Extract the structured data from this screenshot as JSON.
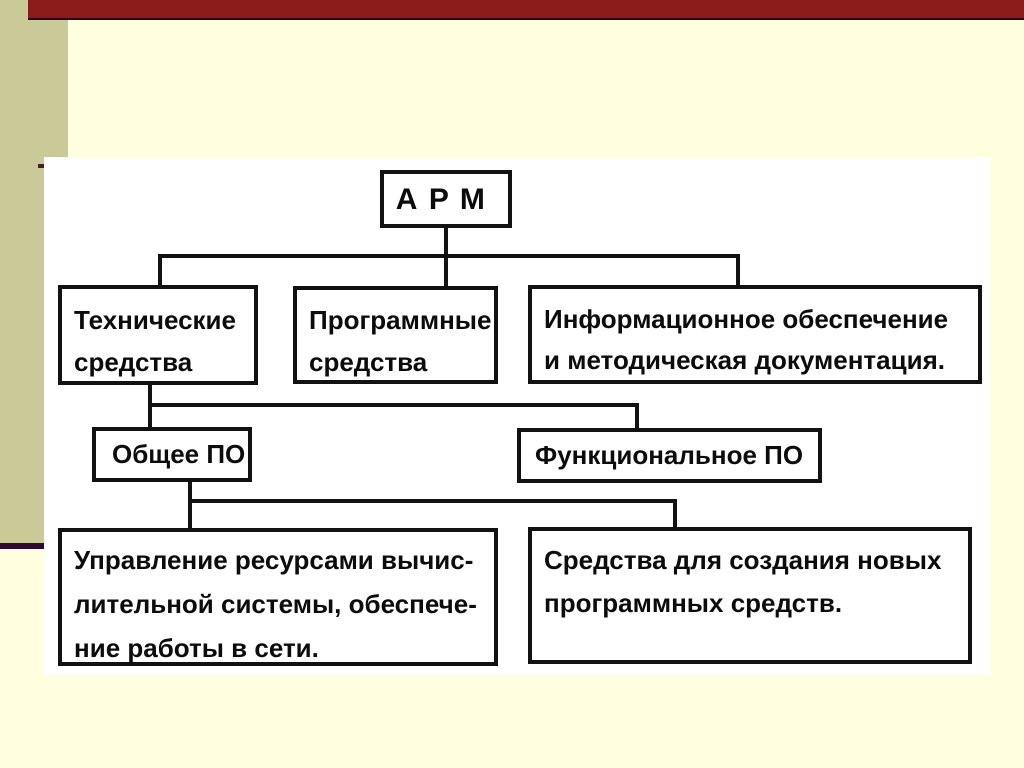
{
  "slide": {
    "type": "presentation-slide",
    "colors": {
      "background": "#FFFFE0",
      "sidebar_olive": "#CACA98",
      "topbar_red": "#8B1A1A",
      "accent_purple": "#2E0A33",
      "accent_dash_maroon": "#42202F",
      "panel_white": "#FFFFFF",
      "diagram_ink": "#121212"
    }
  },
  "diagram": {
    "type": "org-chart",
    "nodes": {
      "root": {
        "label": "АРМ"
      },
      "tech": {
        "line1": "Технические",
        "line2": "средства"
      },
      "soft": {
        "line1": "Программные",
        "line2": "средства"
      },
      "info": {
        "line1": "Информационное обеспечение",
        "line2": "и методическая документация."
      },
      "general": {
        "label": "Общее ПО"
      },
      "functional": {
        "label": "Функциональное ПО"
      },
      "manage": {
        "line1": "Управление ресурсами вычис-",
        "line2": "лительной системы, обеспече-",
        "line3": "ние работы в сети."
      },
      "create": {
        "line1": "Средства для создания новых",
        "line2": "программных средств."
      }
    },
    "edges": [
      "АРМ -> Технические средства",
      "АРМ -> Программные средства",
      "АРМ -> Информационное обеспечение и методическая документация.",
      "Технические средства -> Общее ПО",
      "Технические средства -> Функциональное ПО",
      "Общее ПО -> Управление ресурсами вычислительной системы, обеспечение работы в сети.",
      "Общее ПО -> Средства для создания новых программных средств."
    ]
  }
}
